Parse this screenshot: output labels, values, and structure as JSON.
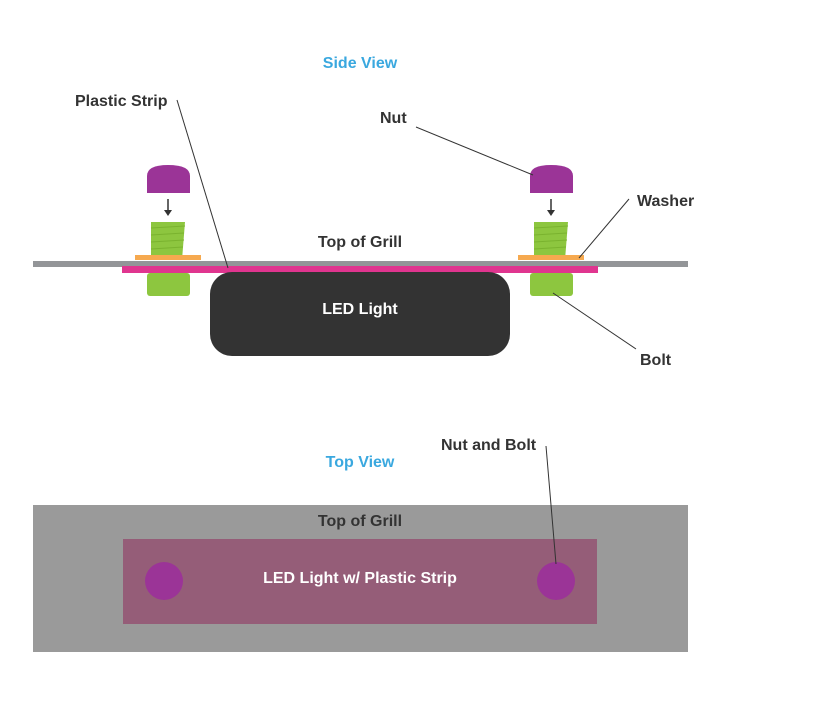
{
  "colors": {
    "title": "#3aa8df",
    "text": "#333333",
    "grill": "#939598",
    "grill_dark": "#9a9a9a",
    "strip": "#e0358f",
    "led": "#333333",
    "nut": "#9b3497",
    "bolt": "#8dc63f",
    "washer": "#f6a94f",
    "led_strip_top": "#955d78"
  },
  "side_view": {
    "title": "Side View",
    "labels": {
      "plastic_strip": "Plastic Strip",
      "nut": "Nut",
      "washer": "Washer",
      "top_of_grill": "Top of Grill",
      "led_light": "LED Light",
      "bolt": "Bolt"
    }
  },
  "top_view": {
    "title": "Top View",
    "labels": {
      "nut_and_bolt": "Nut and Bolt",
      "top_of_grill": "Top of Grill",
      "led_light_strip": "LED Light w/ Plastic Strip"
    }
  },
  "icons": [
    "arrow-down-icon",
    "arrow-down-icon"
  ]
}
